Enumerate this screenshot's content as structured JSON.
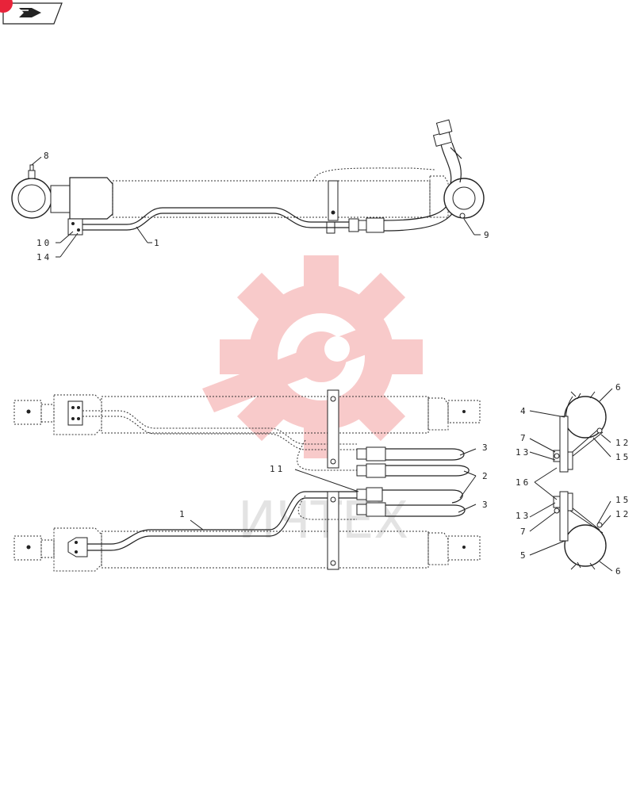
{
  "nav": {
    "icon": "forward-arrow-icon",
    "badge_color": "#e8233a"
  },
  "watermark": {
    "text": "ИЧТЕХ",
    "icon": "gear-wrench-icon",
    "color": "#f4a0a0"
  },
  "callouts": {
    "c1_top": "1",
    "c8": "8",
    "c9": "9",
    "c10": "10",
    "c14": "14",
    "c1_bottom": "1",
    "c2": "2",
    "c3_upper": "3",
    "c3_lower": "3",
    "c11": "11",
    "c4": "4",
    "c5": "5",
    "c6_top": "6",
    "c6_bottom": "6",
    "c7_top": "7",
    "c7_bottom": "7",
    "c12_top": "12",
    "c12_bottom": "12",
    "c13_top": "13",
    "c13_bottom": "13",
    "c15_top": "15",
    "c15_bottom": "15",
    "c16": "16"
  }
}
